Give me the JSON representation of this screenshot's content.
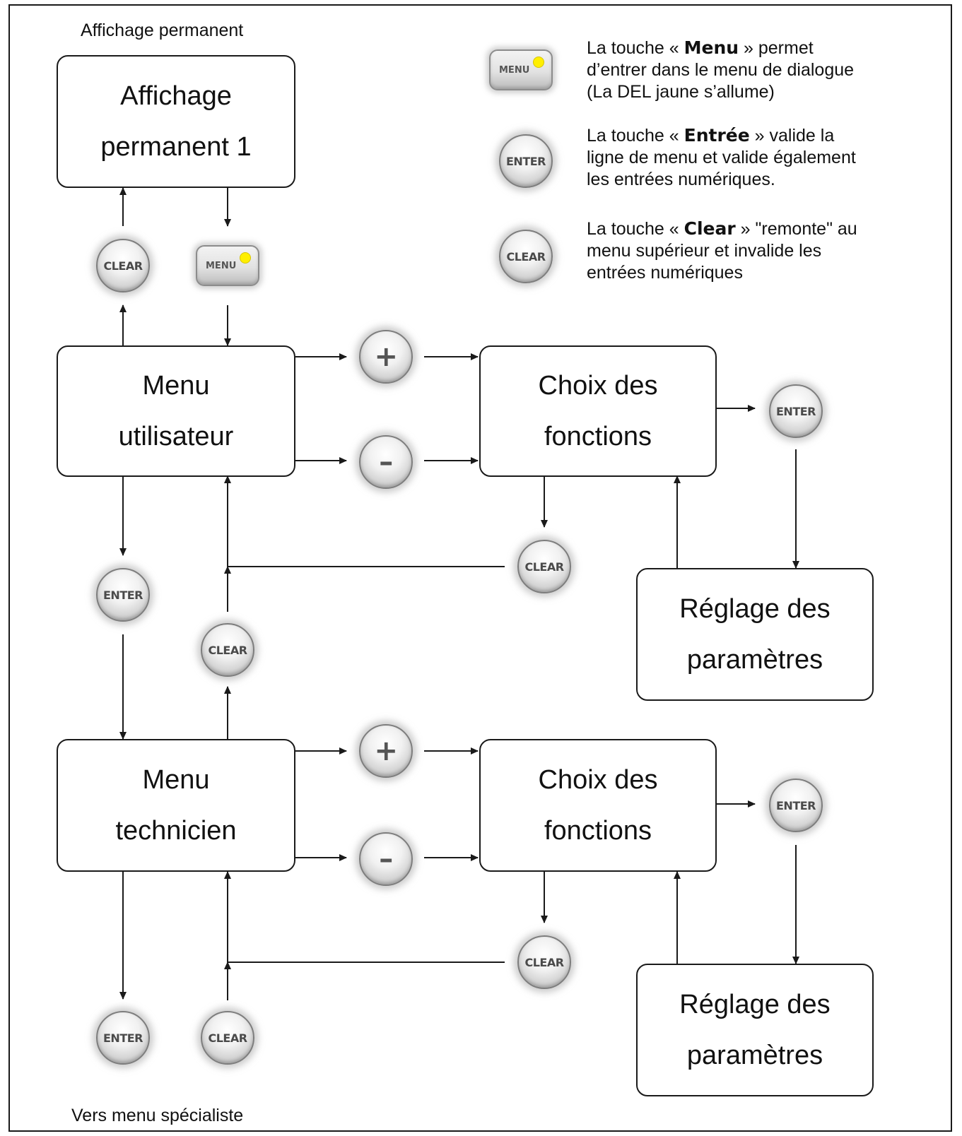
{
  "top_caption": "Affichage permanent",
  "bottom_caption": "Vers menu spécialiste",
  "boxes": {
    "display": [
      "Affichage",
      "permanent 1"
    ],
    "user_menu": [
      "Menu",
      "utilisateur"
    ],
    "tech_menu": [
      "Menu",
      "technicien"
    ],
    "choice_1": [
      "Choix des",
      "fonctions"
    ],
    "choice_2": [
      "Choix des",
      "fonctions"
    ],
    "settings_1": [
      "Réglage des",
      "paramètres"
    ],
    "settings_2": [
      "Réglage des",
      "paramètres"
    ]
  },
  "buttons": {
    "clear": "CLEAR",
    "enter": "ENTER",
    "menu": "MENU",
    "plus": "+",
    "minus": "–"
  },
  "legend": {
    "menu": {
      "prefix": "La touche « ",
      "key": "Menu",
      "suffix": " » permet",
      "line2": "d’entrer dans le menu de dialogue",
      "line3": "(La DEL jaune s’allume)"
    },
    "enter": {
      "prefix": "La touche « ",
      "key": "Entrée",
      "suffix": " » valide la",
      "line2": "ligne de menu et valide également",
      "line3": "les entrées numériques."
    },
    "clear": {
      "prefix": "La touche « ",
      "key": "Clear",
      "suffix": " » \"remonte\" au",
      "line2": "menu supérieur et invalide les",
      "line3": "entrées numériques"
    }
  },
  "colors": {
    "line": "#1a1a1a",
    "led": "#ffef00"
  }
}
